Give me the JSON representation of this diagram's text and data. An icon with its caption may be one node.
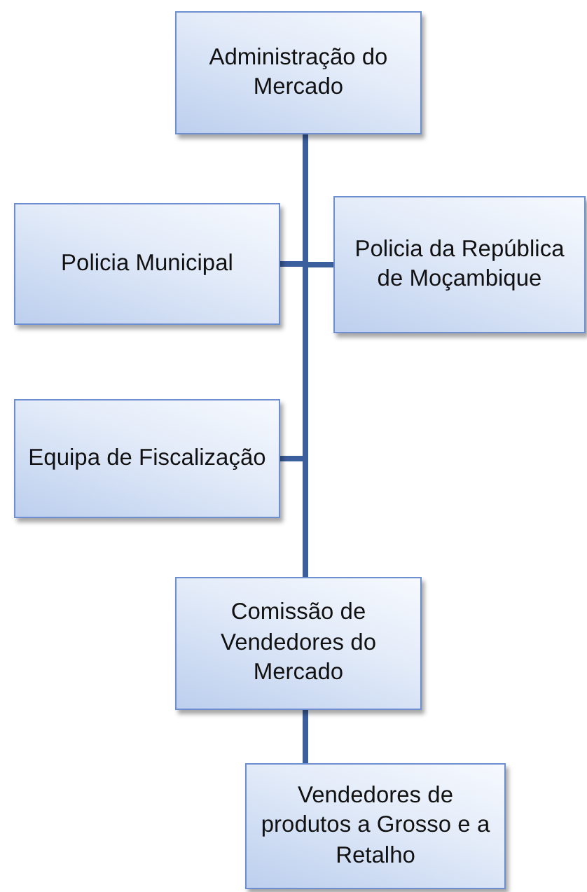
{
  "diagram": {
    "nodes": [
      {
        "text": [
          "Administração do Mercado"
        ]
      },
      {
        "text": [
          "Policia Municipal"
        ]
      },
      {
        "text": [
          "Policia da República de Moçambique"
        ]
      },
      {
        "text": [
          "Equipa de Fiscalização"
        ]
      },
      {
        "text": [
          "Comissão de Vendedores do Mercado"
        ]
      },
      {
        "text": [
          "Vendedores de produtos a Grosso e a Retalho"
        ]
      }
    ],
    "edges": [
      {
        "from": 0,
        "to": 1,
        "arrow": "none"
      },
      {
        "from": 0,
        "to": 2,
        "arrow": "none"
      },
      {
        "from": 0,
        "to": 3,
        "arrow": "none"
      },
      {
        "from": 0,
        "to": 4,
        "arrow": "none"
      },
      {
        "from": 4,
        "to": 5,
        "arrow": "none"
      }
    ]
  }
}
